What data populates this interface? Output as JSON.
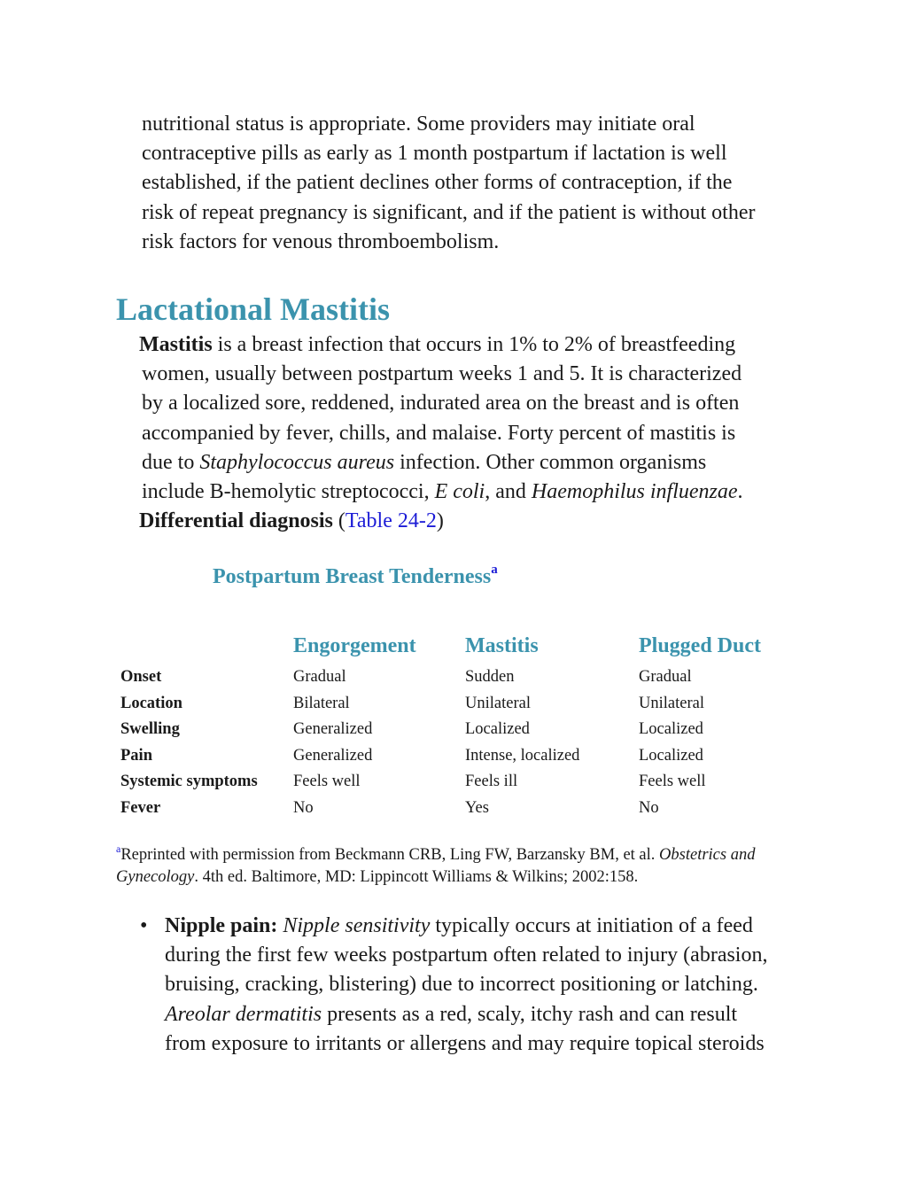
{
  "intro": {
    "lines": [
      "nutritional status is appropriate. Some providers may initiate oral",
      "contraceptive pills as early as 1 month postpartum if lactation is well",
      "established, if the patient declines other forms of contraception, if the",
      "risk of repeat pregnancy is significant, and if the patient is without other",
      "risk factors for venous thromboembolism."
    ]
  },
  "section": {
    "title": "Lactational Mastitis",
    "term": "Mastitis",
    "line1_rest": " is a breast infection that occurs in 1% to 2% of breastfeeding",
    "line2": "women, usually between postpartum weeks 1 and 5. It is characterized",
    "line3": "by a localized sore, reddened, indurated area on the breast and is often",
    "line4": "accompanied by fever, chills, and malaise. Forty percent of mastitis is",
    "line5_a": "due to ",
    "line5_organism": "Staphylococcus aureus",
    "line5_b": " infection. Other common organisms",
    "line6_a": "include B-hemolytic streptococci, ",
    "line6_ecoli": "E coli",
    "line6_b": ", and ",
    "line6_haemo": "Haemophilus influenzae",
    "line6_c": ".",
    "diff_label": "Differential diagnosis",
    "diff_open": " (",
    "diff_link": "Table 24-2",
    "diff_close": ")"
  },
  "table": {
    "title": "Postpartum Breast Tenderness",
    "title_marker": "a",
    "columns": [
      "",
      "Engorgement",
      "Mastitis",
      "Plugged Duct"
    ],
    "rows": [
      {
        "label": "Onset",
        "values": [
          "Gradual",
          "Sudden",
          "Gradual"
        ]
      },
      {
        "label": "Location",
        "values": [
          "Bilateral",
          "Unilateral",
          "Unilateral"
        ]
      },
      {
        "label": "Swelling",
        "values": [
          "Generalized",
          "Localized",
          "Localized"
        ]
      },
      {
        "label": "Pain",
        "values": [
          "Generalized",
          "Intense, localized",
          "Localized"
        ]
      },
      {
        "label": "Systemic symptoms",
        "values": [
          "Feels well",
          "Feels ill",
          "Feels well"
        ]
      },
      {
        "label": "Fever",
        "values": [
          "No",
          "Yes",
          "No"
        ]
      }
    ]
  },
  "footnote": {
    "marker": "a",
    "text_a": "Reprinted with permission from Beckmann CRB, Ling FW, Barzansky BM, et al. ",
    "title_a": "Obstetrics and",
    "title_b": "Gynecology",
    "text_b": ". 4th ed. Baltimore, MD: Lippincott Williams & Wilkins; 2002:158."
  },
  "bullet": {
    "symbol": "•",
    "label": "Nipple pain:",
    "l1_space": " ",
    "l1_em": "Nipple sensitivity",
    "l1_rest": " typically occurs at initiation of a feed",
    "l2": "during the first few weeks postpartum often related to injury (abrasion,",
    "l3": "bruising, cracking, blistering) due to incorrect positioning or latching.",
    "l4_em": "Areolar dermatitis",
    "l4_rest": " presents as a red, scaly, itchy rash and can result",
    "l5": "from exposure to irritants or allergens and may require topical steroids"
  },
  "colors": {
    "heading": "#3b93ad",
    "link": "#1c1cd6",
    "text": "#1a1a1a"
  }
}
